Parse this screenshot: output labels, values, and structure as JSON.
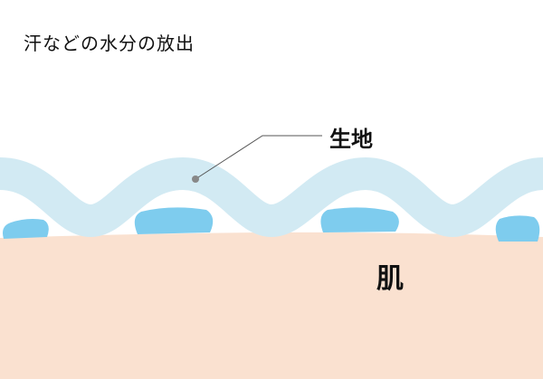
{
  "title": "汗などの水分の放出",
  "labels": {
    "fabric": "生地",
    "skin": "肌"
  },
  "colors": {
    "skin": "#FAE1D0",
    "fabric": "#D2EAF3",
    "moisture": "#7ECCEE",
    "leader": "#555555",
    "text": "#111111"
  }
}
